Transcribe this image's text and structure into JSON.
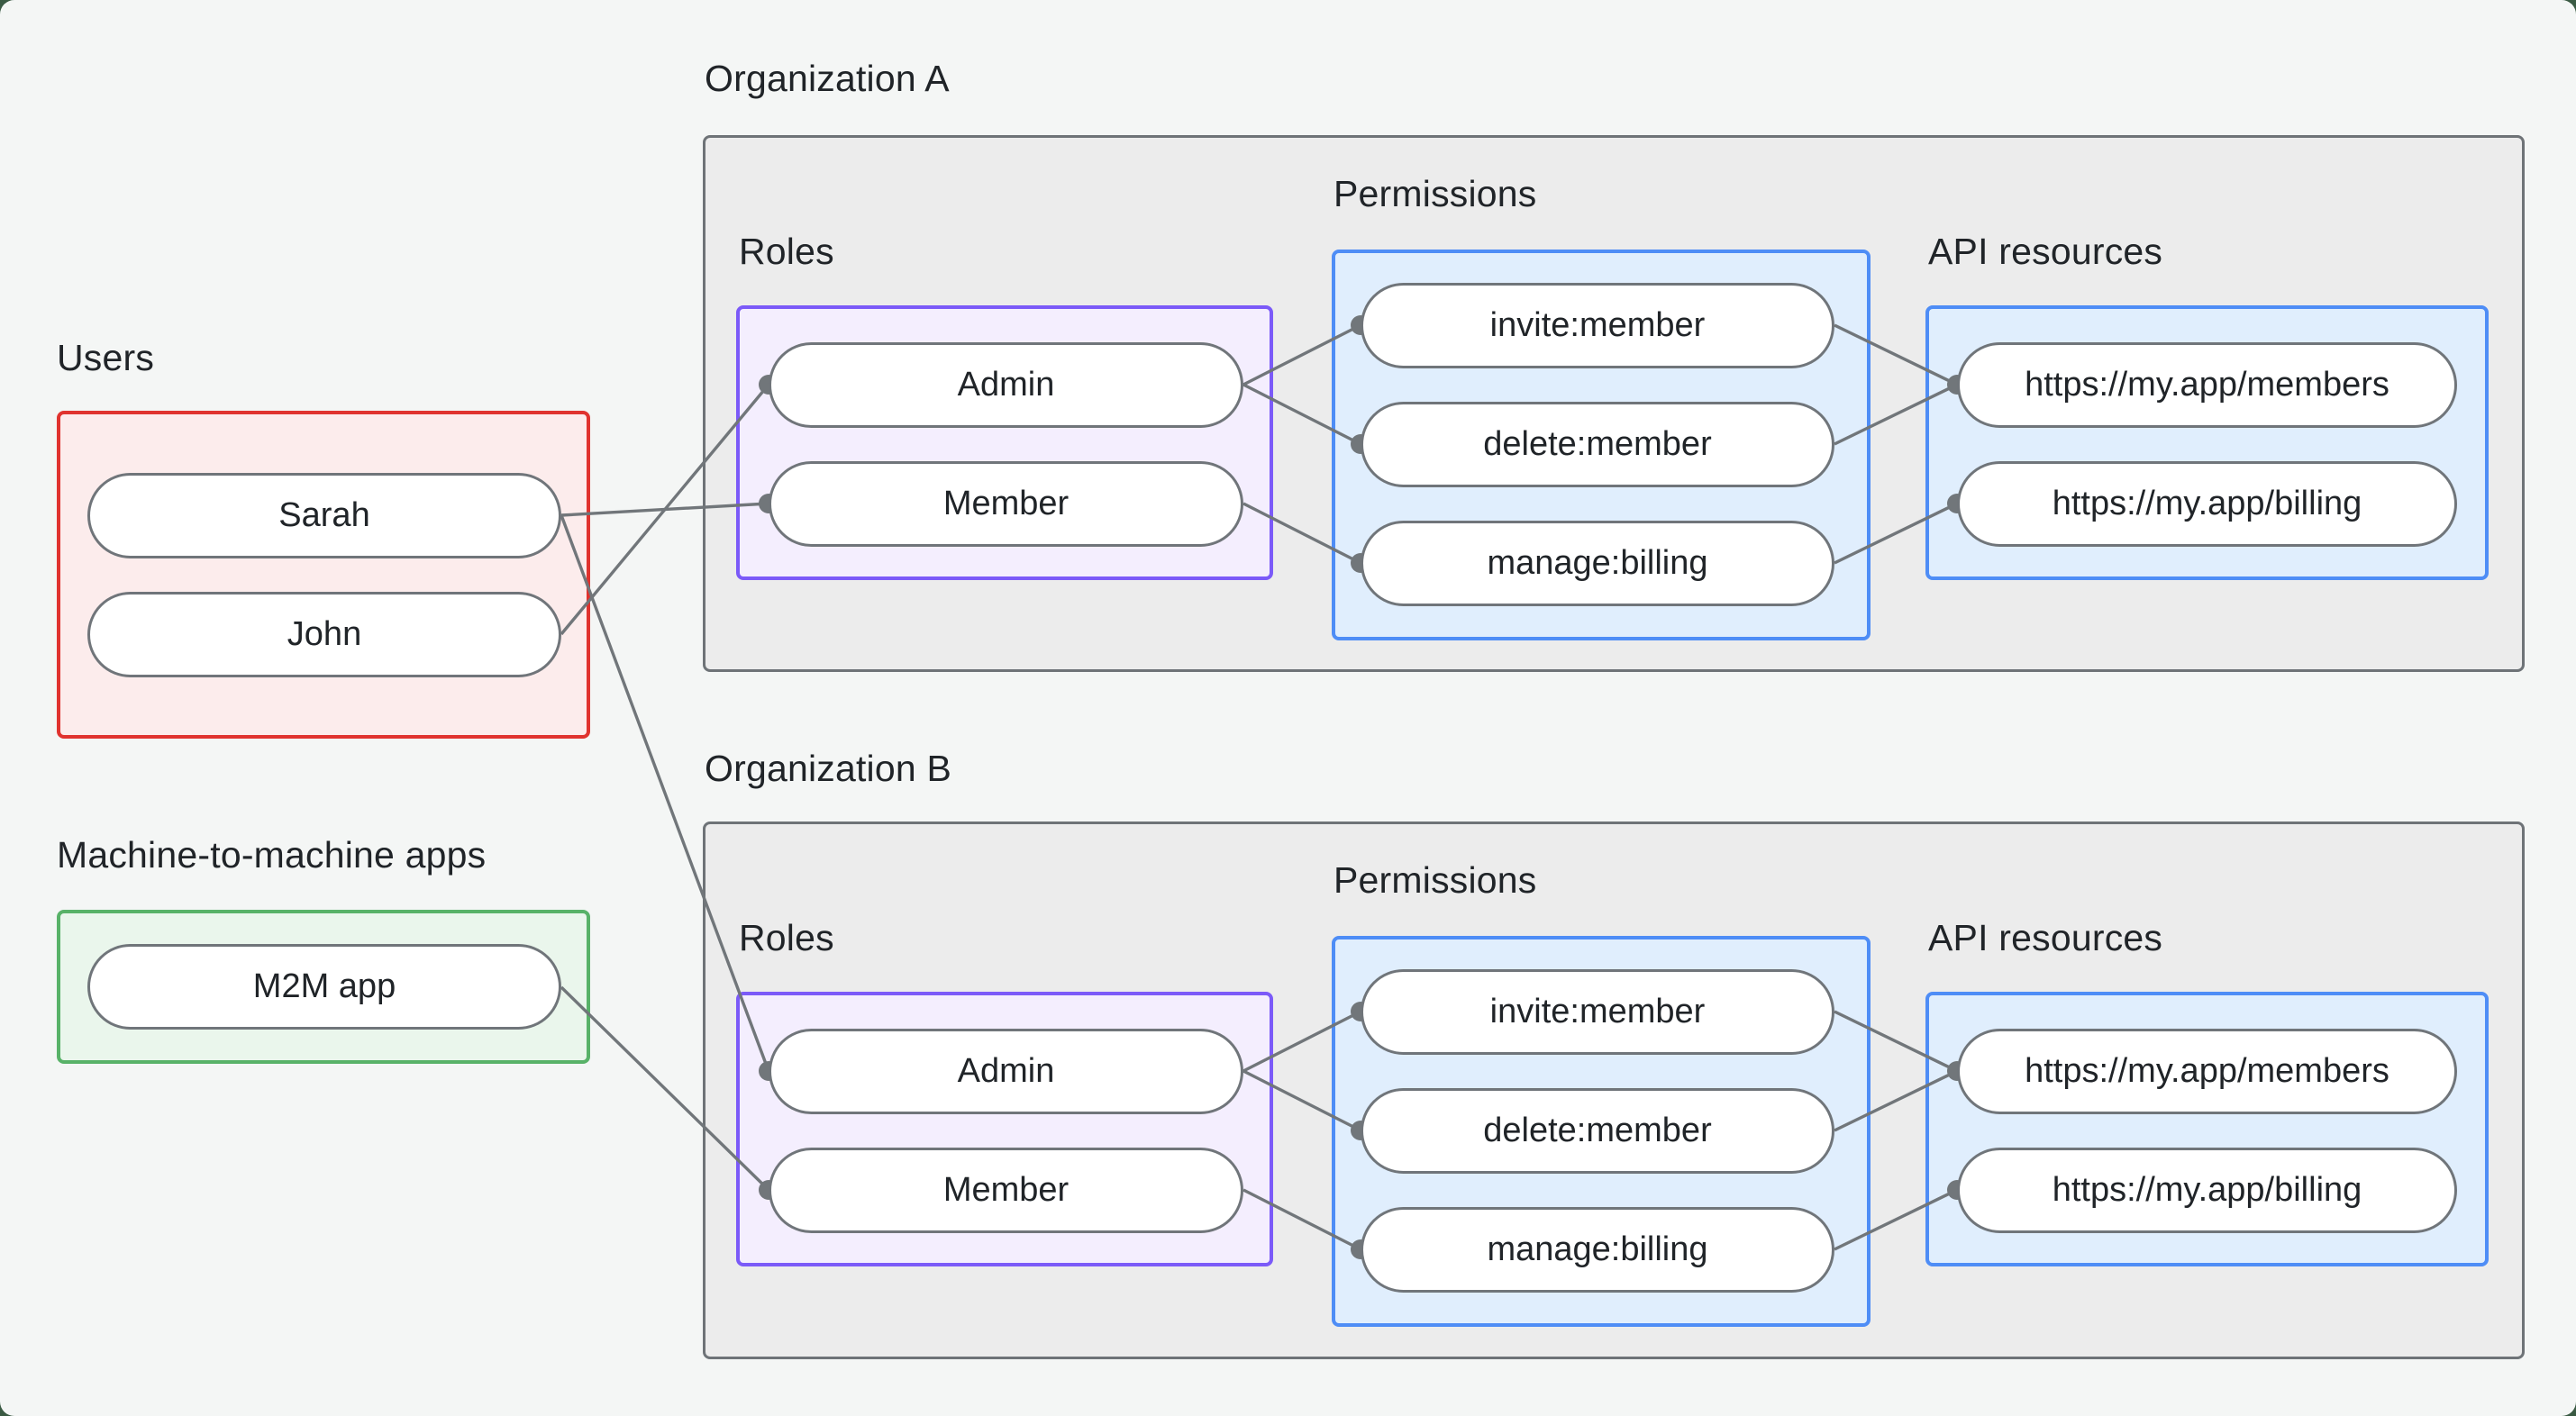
{
  "canvas": {
    "background": "#f4f6f5",
    "frame_backdrop_color": "#3a5a43"
  },
  "palette": {
    "users_border": "#e0332f",
    "users_fill": "#fcecec",
    "m2m_border": "#58b268",
    "m2m_fill": "#eaf6ec",
    "roles_border": "#7b5af8",
    "roles_fill": "#f4eefe",
    "blue_border": "#4e8df6",
    "blue_fill": "#e0eefd",
    "org_fill": "#ececec",
    "org_border": "#6e7377",
    "node_border": "#70757a",
    "connector": "#71767a",
    "text": "#202428"
  },
  "users_section": {
    "title": "Users",
    "nodes": [
      "Sarah",
      "John"
    ]
  },
  "m2m_section": {
    "title": "Machine-to-machine apps",
    "nodes": [
      "M2M app"
    ]
  },
  "organizations": [
    {
      "title": "Organization A",
      "roles": {
        "title": "Roles",
        "nodes": [
          "Admin",
          "Member"
        ]
      },
      "permissions": {
        "title": "Permissions",
        "nodes": [
          "invite:member",
          "delete:member",
          "manage:billing"
        ]
      },
      "api_resources": {
        "title": "API resources",
        "nodes": [
          "https://my.app/members",
          "https://my.app/billing"
        ]
      }
    },
    {
      "title": "Organization B",
      "roles": {
        "title": "Roles",
        "nodes": [
          "Admin",
          "Member"
        ]
      },
      "permissions": {
        "title": "Permissions",
        "nodes": [
          "invite:member",
          "delete:member",
          "manage:billing"
        ]
      },
      "api_resources": {
        "title": "API resources",
        "nodes": [
          "https://my.app/members",
          "https://my.app/billing"
        ]
      }
    }
  ],
  "connections": [
    {
      "from": "Sarah",
      "to": "Organization A / Member"
    },
    {
      "from": "Sarah",
      "to": "Organization B / Admin"
    },
    {
      "from": "John",
      "to": "Organization A / Admin"
    },
    {
      "from": "M2M app",
      "to": "Organization B / Member"
    },
    {
      "from": "Organization A / Admin",
      "to": "Organization A / invite:member"
    },
    {
      "from": "Organization A / Admin",
      "to": "Organization A / delete:member"
    },
    {
      "from": "Organization A / Member",
      "to": "Organization A / manage:billing"
    },
    {
      "from": "Organization A / invite:member",
      "to": "Organization A / https://my.app/members"
    },
    {
      "from": "Organization A / delete:member",
      "to": "Organization A / https://my.app/members"
    },
    {
      "from": "Organization A / manage:billing",
      "to": "Organization A / https://my.app/billing"
    },
    {
      "from": "Organization B / Admin",
      "to": "Organization B / invite:member"
    },
    {
      "from": "Organization B / Admin",
      "to": "Organization B / delete:member"
    },
    {
      "from": "Organization B / Member",
      "to": "Organization B / manage:billing"
    },
    {
      "from": "Organization B / invite:member",
      "to": "Organization B / https://my.app/members"
    },
    {
      "from": "Organization B / delete:member",
      "to": "Organization B / https://my.app/members"
    },
    {
      "from": "Organization B / manage:billing",
      "to": "Organization B / https://my.app/billing"
    }
  ]
}
